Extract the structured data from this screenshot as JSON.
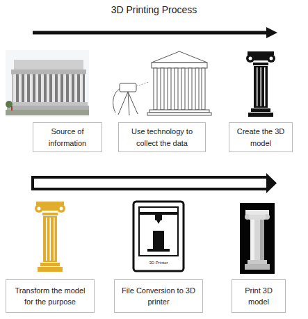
{
  "diagram": {
    "title": "3D Printing Process",
    "nodes": [
      {
        "text": [
          "Source of information"
        ]
      },
      {
        "text": [
          "Use technology to collect the data"
        ]
      },
      {
        "text": [
          "Create the 3D model"
        ]
      },
      {
        "text": [
          "Transform the model for the purpose"
        ]
      },
      {
        "text": [
          "File Conversion to 3D printer"
        ]
      },
      {
        "text": [
          "Print 3D model"
        ]
      }
    ],
    "labels": [
      "3D Printer"
    ]
  }
}
